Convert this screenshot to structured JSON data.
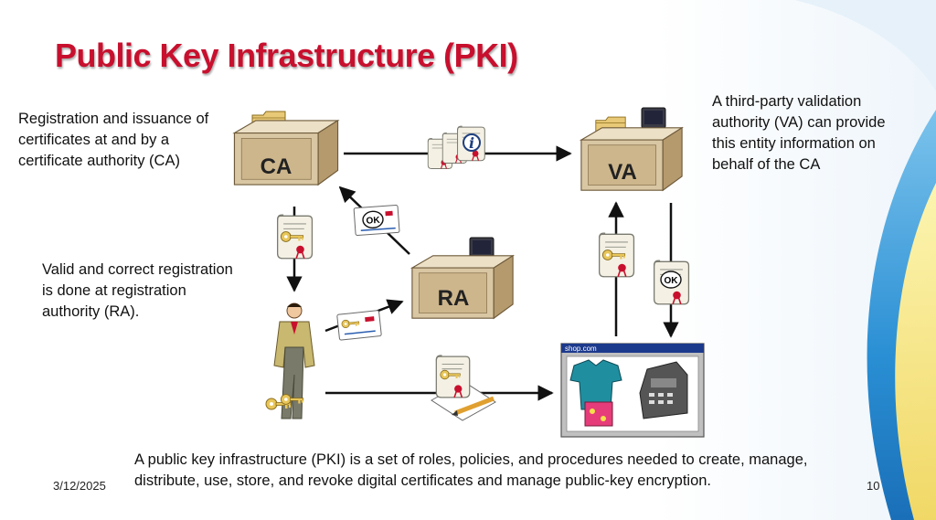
{
  "slide": {
    "title": "Public Key Infrastructure (PKI)",
    "notes": {
      "ca": "Registration and issuance of certificates at and by a certificate authority (CA)",
      "ra": "Valid and correct registration is done at registration authority (RA).",
      "va": "A third-party validation authority (VA) can provide this entity information on behalf of the CA"
    },
    "bottom_text": "A public key infrastructure (PKI) is a set of roles, policies, and procedures needed to create, manage, distribute, use, store, and revoke digital certificates and manage public-key encryption.",
    "date": "3/12/2025",
    "page_number": "10"
  },
  "diagram": {
    "nodes": {
      "ca": "CA",
      "va": "VA",
      "ra": "RA",
      "shop_window_title": "shop.com"
    },
    "badges": {
      "ok": "OK",
      "info": "i"
    }
  },
  "colors": {
    "title": "#c8102e",
    "desk": "#d9c6a3",
    "desk_dark": "#b59a6e",
    "arrow": "#111111",
    "scroll": "#f4f1e4",
    "blue_deco": "#3aa0dc"
  },
  "icons": [
    "desk-icon",
    "folder-icon",
    "monitor-icon",
    "certificate-scroll-icon",
    "key-icon",
    "id-card-icon",
    "pencil-icon",
    "person-icon",
    "shirt-icon",
    "cash-register-icon"
  ]
}
